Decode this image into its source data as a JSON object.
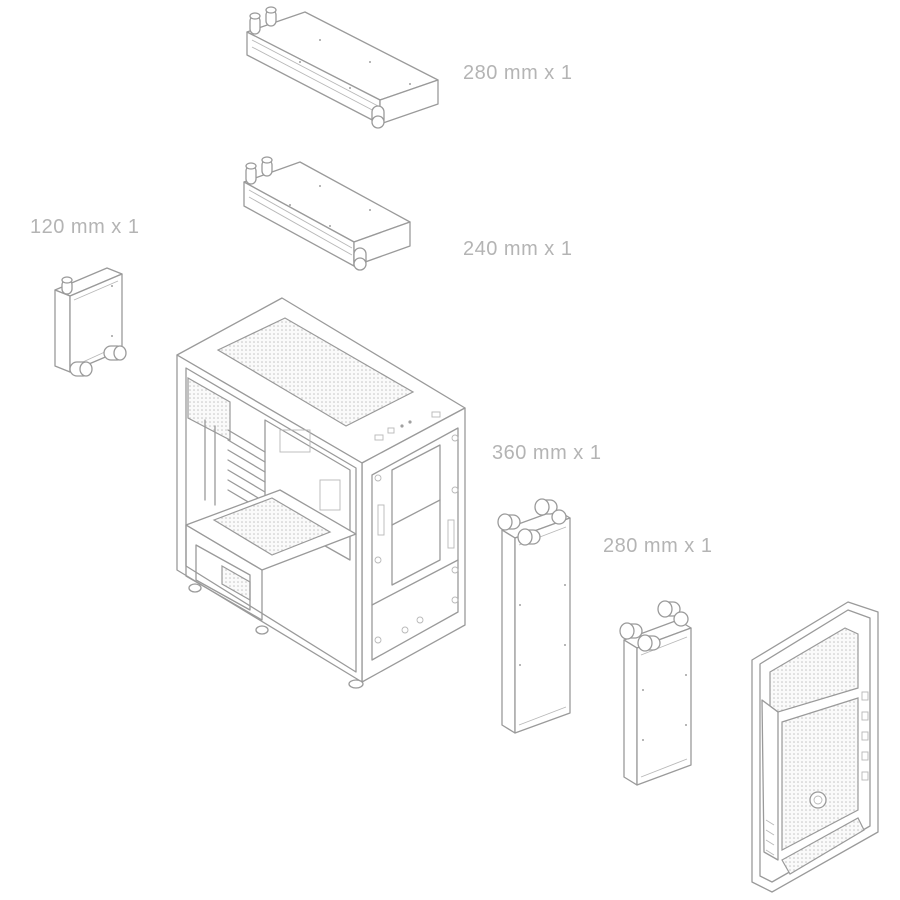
{
  "labels": {
    "top_280": "280 mm x 1",
    "top_240": "240 mm x 1",
    "rear_120": "120 mm x 1",
    "front_360": "360 mm x 1",
    "front_280": "280 mm x 1"
  },
  "colors": {
    "line": "#9a9a9a",
    "label_text": "#b4b4b4",
    "background": "#ffffff"
  }
}
